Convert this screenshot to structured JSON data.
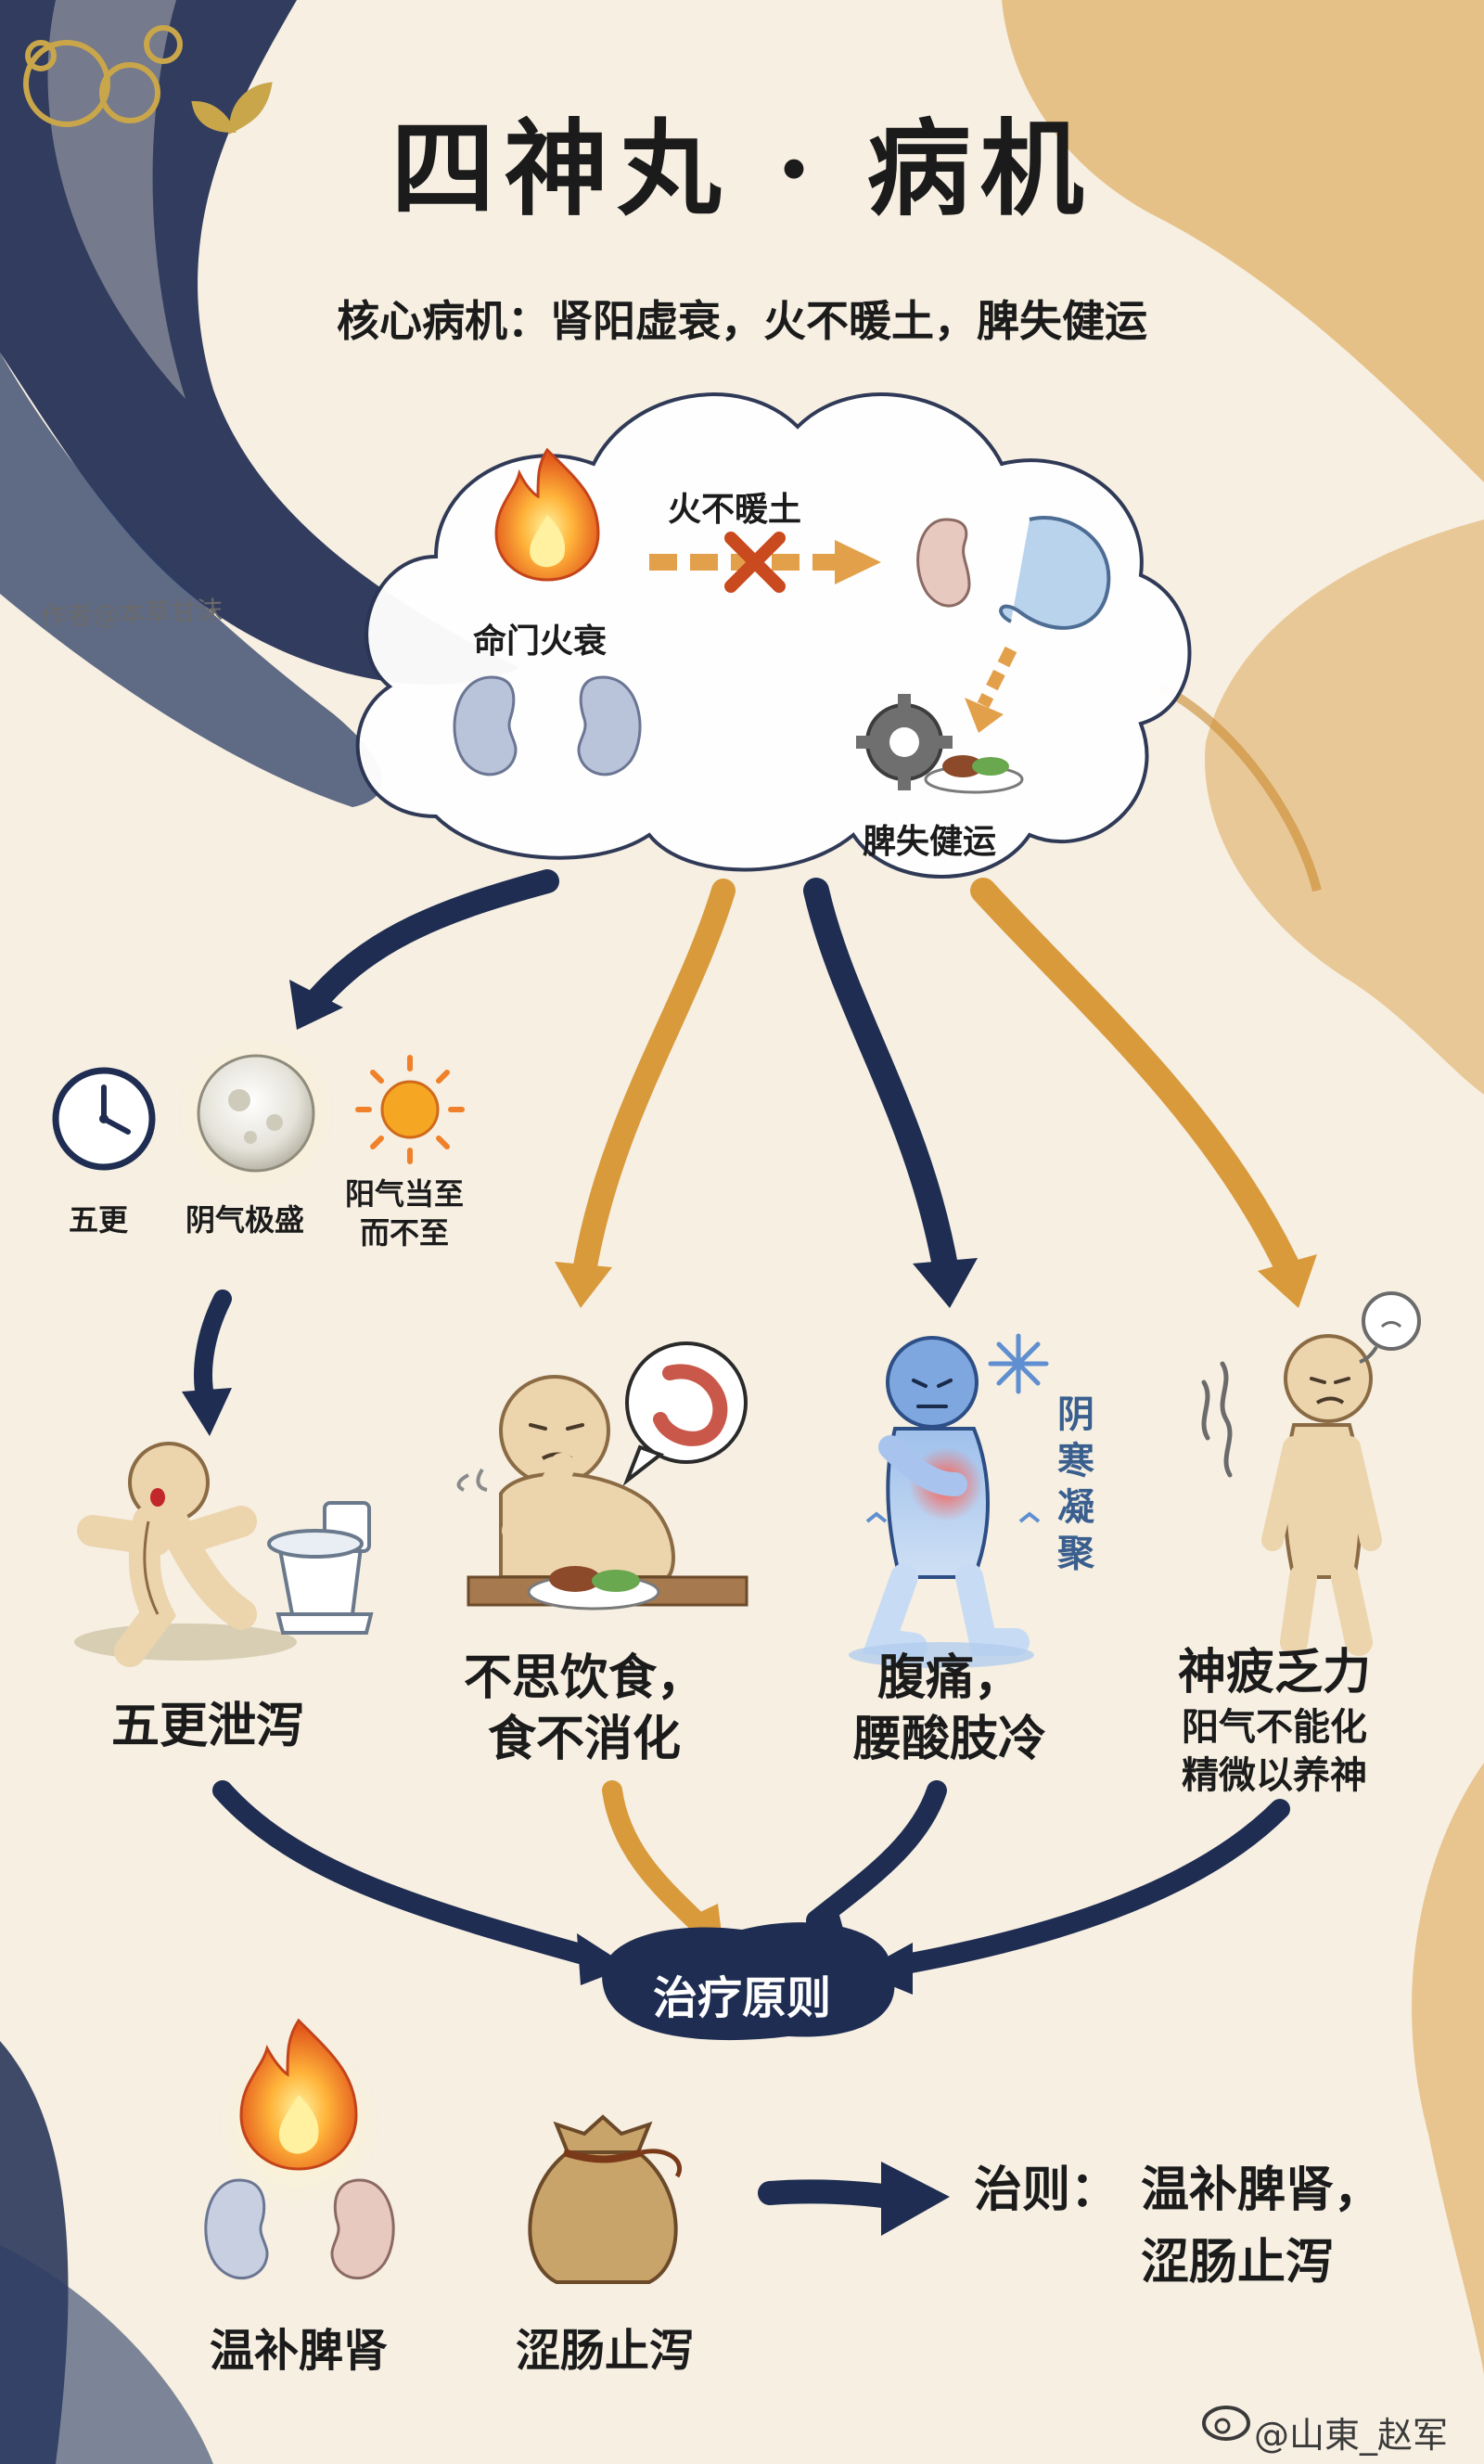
{
  "title": "四神丸 · 病机",
  "subtitle": "核心病机：肾阳虚衰，火不暖土，脾失健运",
  "watermark": "作者@本草甘沫",
  "cloud": {
    "fire_label": "命门火衰",
    "arrow_label": "火不暖土",
    "spleen_label": "脾失健运"
  },
  "time_row": {
    "clock_label": "五更",
    "moon_label": "阴气极盛",
    "sun_label_line1": "阳气当至",
    "sun_label_line2": "而不至"
  },
  "symptoms": [
    {
      "line1": "五更泄泻",
      "line2": "",
      "line3": ""
    },
    {
      "line1": "不思饮食，",
      "line2": "食不消化",
      "line3": ""
    },
    {
      "line1": "腹痛，",
      "line2": "腰酸肢冷",
      "line3": ""
    },
    {
      "line1": "神疲乏力",
      "line2": "阳气不能化",
      "line3": "精微以养神"
    }
  ],
  "cold_label": "阴寒凝聚",
  "principle_label": "治疗原则",
  "treatments": [
    {
      "label": "温补脾肾"
    },
    {
      "label": "涩肠止泻"
    }
  ],
  "rule": {
    "prefix": "治则：",
    "line1": "温补脾肾，",
    "line2": "涩肠止泻"
  },
  "credit": "@山東_赵军",
  "colors": {
    "navy": "#1f2d52",
    "ochre": "#d99a3c",
    "background": "#f6efe2",
    "fire": "#f0812a",
    "kidney": "#b9c3d9",
    "skin": "#ecd4ad",
    "cold_blue": "#5f8fd0"
  }
}
